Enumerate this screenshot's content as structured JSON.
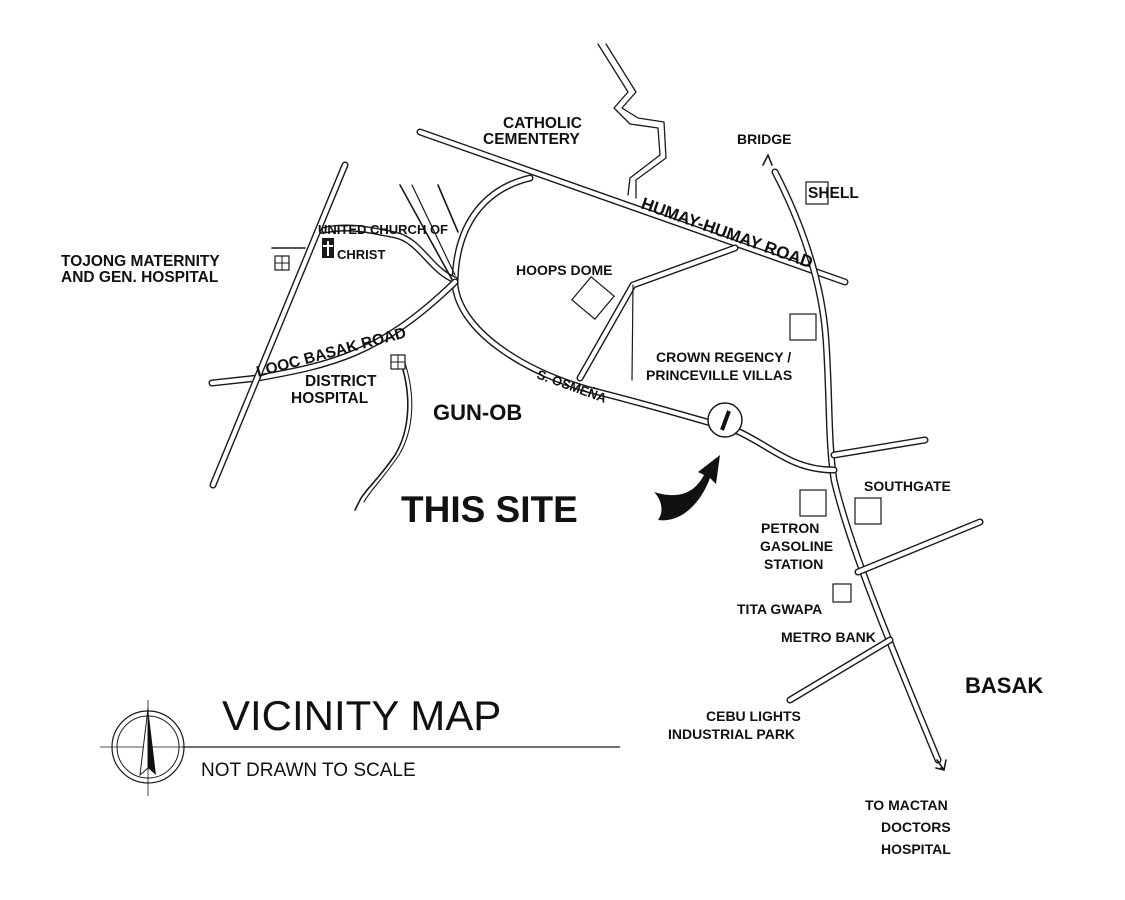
{
  "map": {
    "title": "VICINITY MAP",
    "subtitle": "NOT DRAWN TO SCALE",
    "highlight_label": "THIS SITE",
    "areas": {
      "gun_ob": "GUN-OB",
      "basak": "BASAK"
    },
    "roads": {
      "humay_humay": "HUMAY-HUMAY ROAD",
      "looc_basak": "LOOC BASAK ROAD",
      "s_osmena": "S. OSMEÑA"
    },
    "landmarks": {
      "catholic_cemetery_1": "CATHOLIC",
      "catholic_cemetery_2": "CEMENTERY",
      "bridge": "BRIDGE",
      "shell": "SHELL",
      "united_church_1": "UNITED CHURCH OF",
      "united_church_2": "CHRIST",
      "tojong_1": "TOJONG MATERNITY",
      "tojong_2": "AND GEN. HOSPITAL",
      "hoops_dome": "HOOPS DOME",
      "crown_1": "CROWN REGENCY /",
      "crown_2": "PRINCEVILLE VILLAS",
      "district_1": "DISTRICT",
      "district_2": "HOSPITAL",
      "southgate": "SOUTHGATE",
      "petron_1": "PETRON",
      "petron_2": "GASOLINE",
      "petron_3": "STATION",
      "tita_gwapa": "TITA GWAPA",
      "metro_bank": "METRO BANK",
      "cebu_lights_1": "CEBU LIGHTS",
      "cebu_lights_2": "INDUSTRIAL PARK",
      "mactan_1": "TO MACTAN",
      "mactan_2": "DOCTORS",
      "mactan_3": "HOSPITAL"
    },
    "icons": {
      "north_arrow": "north-arrow-icon",
      "site_marker": "site-marker-icon",
      "church": "cross-icon",
      "pointer": "curved-arrow-icon"
    },
    "colors": {
      "ink": "#111111",
      "paper": "#ffffff"
    }
  }
}
